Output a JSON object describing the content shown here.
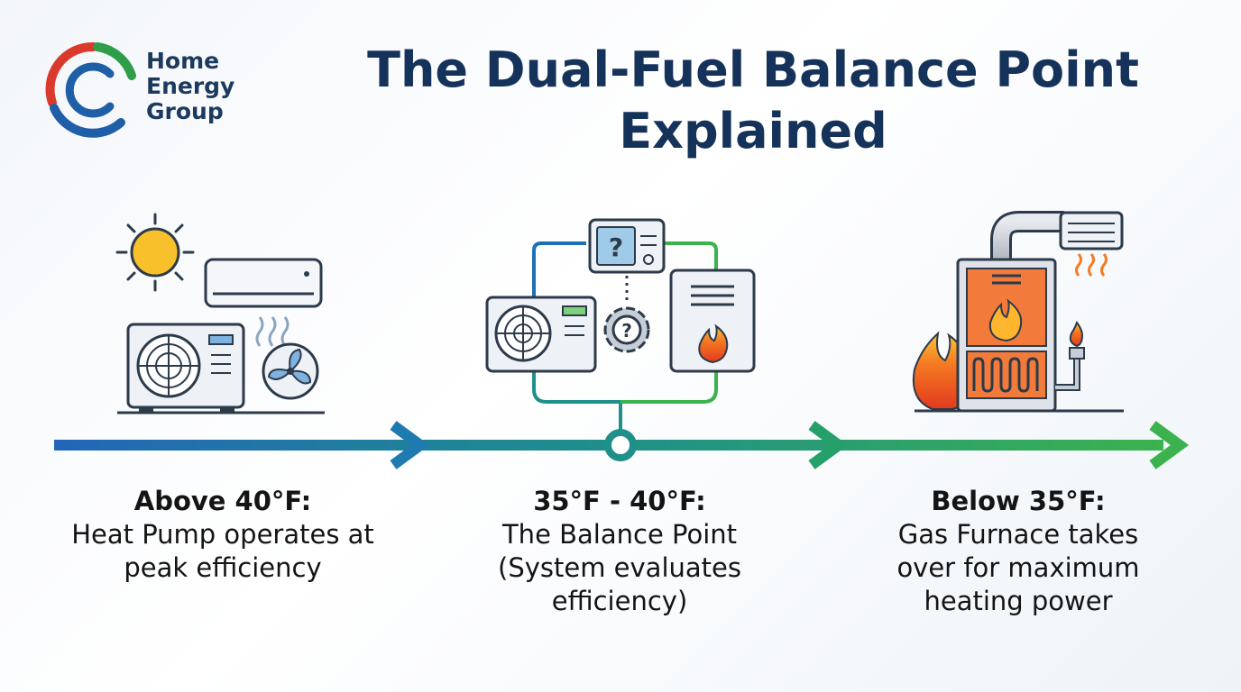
{
  "brand": {
    "name_lines": [
      "Home",
      "Energy",
      "Group"
    ],
    "colors": {
      "blue": "#1f5fa8",
      "green": "#2e9e4b",
      "red": "#d93a2b",
      "navy": "#15325a"
    }
  },
  "title": "The Dual-Fuel Balance Point Explained",
  "timeline": {
    "arrow_gradient": [
      "#2266b8",
      "#1f8f8a",
      "#3bb24e"
    ],
    "stages": [
      {
        "heading": "Above 40°F:",
        "body": "Heat Pump operates at peak efficiency",
        "icon": "heat-pump-sun-icon"
      },
      {
        "heading": "35°F - 40°F:",
        "body": "The Balance Point (System evaluates efficiency)",
        "icon": "thermostat-decision-icon"
      },
      {
        "heading": "Below 35°F:",
        "body": "Gas Furnace takes over for maximum heating power",
        "icon": "gas-furnace-flame-icon"
      }
    ]
  }
}
